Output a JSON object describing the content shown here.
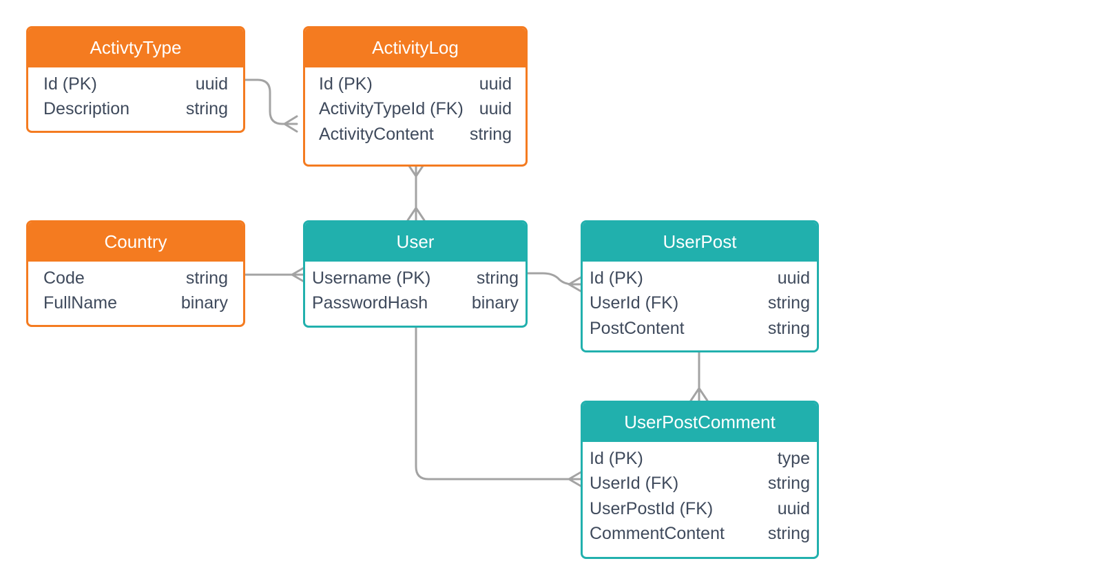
{
  "colors": {
    "orange": "#f47b20",
    "teal": "#21b0ad",
    "connector": "#a3a3a3",
    "text": "#3f4a5c"
  },
  "entities": {
    "activitytype": {
      "name": "ActivtyType",
      "fields": [
        {
          "name": "Id (PK)",
          "type": "uuid"
        },
        {
          "name": "Description",
          "type": "string"
        }
      ]
    },
    "activitylog": {
      "name": "ActivityLog",
      "fields": [
        {
          "name": "Id (PK)",
          "type": "uuid"
        },
        {
          "name": "ActivityTypeId (FK)",
          "type": "uuid"
        },
        {
          "name": "ActivityContent",
          "type": "string"
        }
      ]
    },
    "country": {
      "name": "Country",
      "fields": [
        {
          "name": "Code",
          "type": "string"
        },
        {
          "name": "FullName",
          "type": "binary"
        }
      ]
    },
    "user": {
      "name": "User",
      "fields": [
        {
          "name": "Username (PK)",
          "type": "string"
        },
        {
          "name": "PasswordHash",
          "type": "binary"
        }
      ]
    },
    "userpost": {
      "name": "UserPost",
      "fields": [
        {
          "name": "Id (PK)",
          "type": "uuid"
        },
        {
          "name": "UserId (FK)",
          "type": "string"
        },
        {
          "name": "PostContent",
          "type": "string"
        }
      ]
    },
    "userpostcomment": {
      "name": "UserPostComment",
      "fields": [
        {
          "name": "Id (PK)",
          "type": "type"
        },
        {
          "name": "UserId (FK)",
          "type": "string"
        },
        {
          "name": "UserPostId (FK)",
          "type": "uuid"
        },
        {
          "name": "CommentContent",
          "type": "string"
        }
      ]
    }
  }
}
